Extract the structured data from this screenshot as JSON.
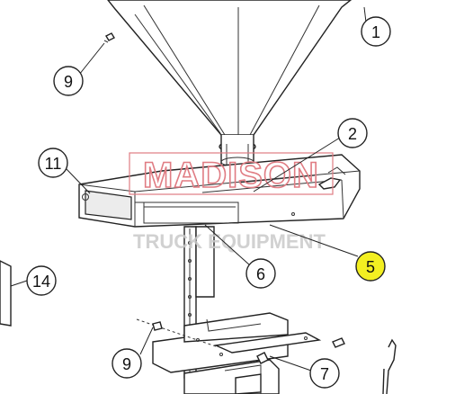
{
  "diagram": {
    "watermark": {
      "line1": "MADISON",
      "line2": "TRUCK EQUIPMENT",
      "color": "#e07c83"
    },
    "callouts": [
      {
        "id": "c1",
        "label": "1",
        "highlight": false
      },
      {
        "id": "c2",
        "label": "2",
        "highlight": false
      },
      {
        "id": "c5",
        "label": "5",
        "highlight": true
      },
      {
        "id": "c6",
        "label": "6",
        "highlight": false
      },
      {
        "id": "c7",
        "label": "7",
        "highlight": false
      },
      {
        "id": "c9a",
        "label": "9",
        "highlight": false
      },
      {
        "id": "c9b",
        "label": "9",
        "highlight": false
      },
      {
        "id": "c11",
        "label": "11",
        "highlight": false
      },
      {
        "id": "c14",
        "label": "14",
        "highlight": false
      }
    ],
    "highlight_color": "#f3ef21"
  }
}
